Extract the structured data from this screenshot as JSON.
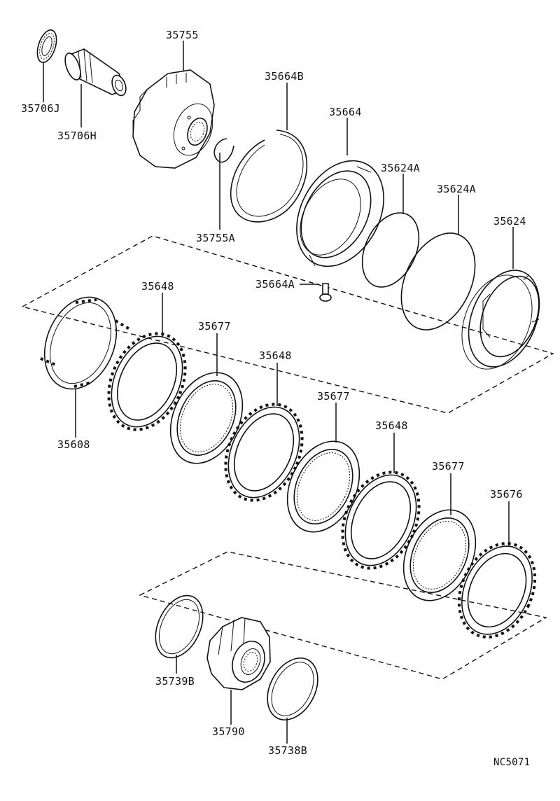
{
  "parts": {
    "p35706J": "35706J",
    "p35706H": "35706H",
    "p35755": "35755",
    "p35755A": "35755A",
    "p35664B": "35664B",
    "p35664": "35664",
    "p35624A_1": "35624A",
    "p35624A_2": "35624A",
    "p35624": "35624",
    "p35664A": "35664A",
    "p35648_1": "35648",
    "p35648_2": "35648",
    "p35648_3": "35648",
    "p35677_1": "35677",
    "p35677_2": "35677",
    "p35677_3": "35677",
    "p35676": "35676",
    "p35608": "35608",
    "p35739B": "35739B",
    "p35790": "35790",
    "p35738B": "35738B"
  },
  "diagram_code": "NC5071"
}
